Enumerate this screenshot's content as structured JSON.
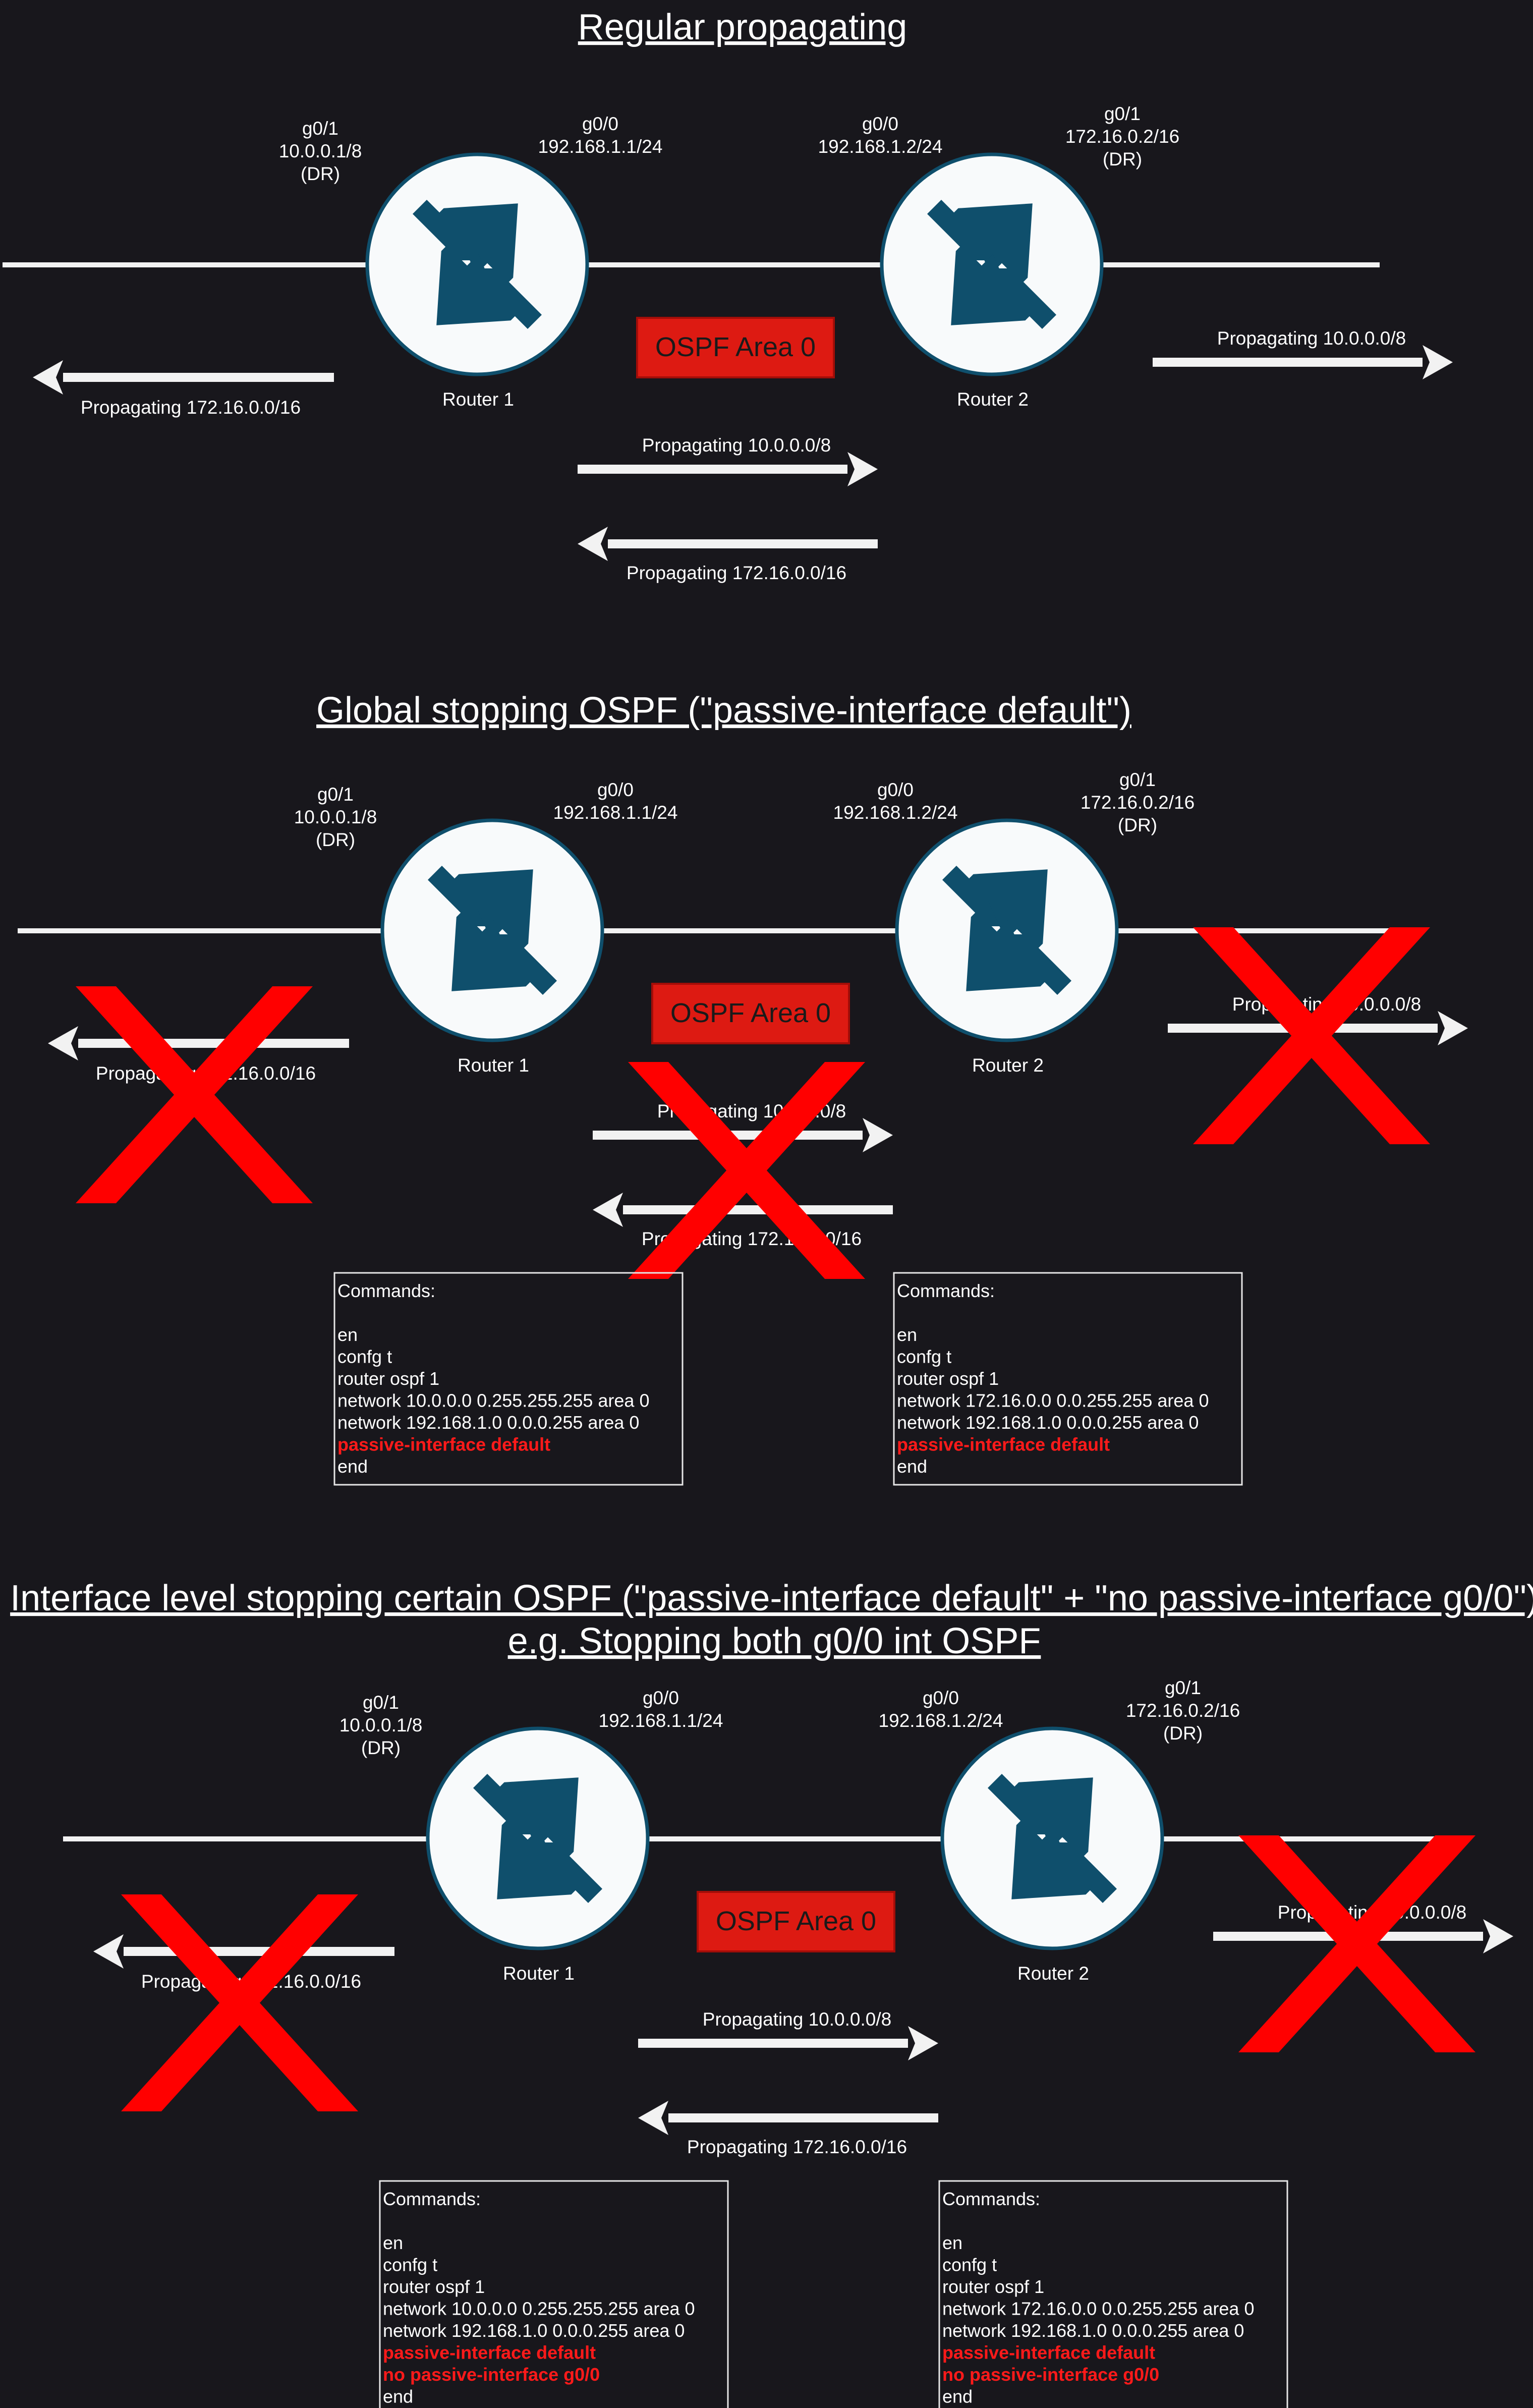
{
  "colors": {
    "background": "#18171c",
    "link": "#f2f2f2",
    "router_fill": "#f8fafb",
    "router_stroke": "#0f4f6c",
    "router_icon": "#0f4f6c",
    "area_fill": "#dd1a12",
    "cross": "#ff0000",
    "command_highlight": "#ff1a1a"
  },
  "icons": [
    "router-icon",
    "arrow-left-icon",
    "arrow-right-icon",
    "cross-mark-icon"
  ],
  "sections": [
    {
      "title": "Regular propagating",
      "title2": "",
      "router1": {
        "name": "Router 1",
        "if_left": [
          "g0/1",
          "10.0.0.1/8",
          "(DR)"
        ],
        "if_right": [
          "g0/0",
          "192.168.1.1/24"
        ]
      },
      "router2": {
        "name": "Router 2",
        "if_left": [
          "g0/0",
          "192.168.1.2/24"
        ],
        "if_right": [
          "g0/1",
          "172.16.0.2/16",
          "(DR)"
        ]
      },
      "area": "OSPF Area 0",
      "arrows": {
        "outer_left": "Propagating 172.16.0.0/16",
        "outer_right": "Propagating 10.0.0.0/8",
        "middle_right": "Propagating 10.0.0.0/8",
        "middle_left": "Propagating 172.16.0.0/16"
      }
    },
    {
      "title": "Global stopping OSPF (\"passive-interface default\")",
      "title2": "",
      "router1": {
        "name": "Router 1",
        "if_left": [
          "g0/1",
          "10.0.0.1/8",
          "(DR)"
        ],
        "if_right": [
          "g0/0",
          "192.168.1.1/24"
        ]
      },
      "router2": {
        "name": "Router 2",
        "if_left": [
          "g0/0",
          "192.168.1.2/24"
        ],
        "if_right": [
          "g0/1",
          "172.16.0.2/16",
          "(DR)"
        ]
      },
      "area": "OSPF Area 0",
      "arrows": {
        "outer_left": "Propagating 172.16.0.0/16",
        "outer_right": "Propagating 10.0.0.0/8",
        "middle_right": "Propagating 10.0.0.0/8",
        "middle_left": "Propagating 172.16.0.0/16"
      },
      "commands_left": {
        "header": "Commands:",
        "lines": [
          "en",
          "confg t",
          "router ospf 1",
          "network 10.0.0.0 0.255.255.255 area 0",
          "network 192.168.1.0 0.0.0.255 area 0"
        ],
        "highlight": [
          "passive-interface default"
        ],
        "footer": "end"
      },
      "commands_right": {
        "header": "Commands:",
        "lines": [
          "en",
          "confg t",
          "router ospf 1",
          "network 172.16.0.0 0.0.255.255 area 0",
          "network 192.168.1.0 0.0.0.255 area 0"
        ],
        "highlight": [
          "passive-interface default"
        ],
        "footer": "end"
      }
    },
    {
      "title": "Interface level stopping certain OSPF (\"passive-interface default\" + \"no passive-interface g0/0\")",
      "title2": "e.g. Stopping both g0/0 int OSPF",
      "router1": {
        "name": "Router 1",
        "if_left": [
          "g0/1",
          "10.0.0.1/8",
          "(DR)"
        ],
        "if_right": [
          "g0/0",
          "192.168.1.1/24"
        ]
      },
      "router2": {
        "name": "Router 2",
        "if_left": [
          "g0/0",
          "192.168.1.2/24"
        ],
        "if_right": [
          "g0/1",
          "172.16.0.2/16",
          "(DR)"
        ]
      },
      "area": "OSPF Area 0",
      "arrows": {
        "outer_left": "Propagating 172.16.0.0/16",
        "outer_right": "Propagating 10.0.0.0/8",
        "middle_right": "Propagating 10.0.0.0/8",
        "middle_left": "Propagating 172.16.0.0/16"
      },
      "commands_left": {
        "header": "Commands:",
        "lines": [
          "en",
          "confg t",
          "router ospf 1",
          "network 10.0.0.0 0.255.255.255 area 0",
          "network 192.168.1.0 0.0.0.255 area 0"
        ],
        "highlight": [
          "passive-interface default",
          "no passive-interface g0/0"
        ],
        "footer": "end"
      },
      "commands_right": {
        "header": "Commands:",
        "lines": [
          "en",
          "confg t",
          "router ospf 1",
          "network 172.16.0.0 0.0.255.255 area 0",
          "network 192.168.1.0 0.0.0.255 area 0"
        ],
        "highlight": [
          "passive-interface default",
          "no passive-interface g0/0"
        ],
        "footer": "end"
      }
    }
  ]
}
